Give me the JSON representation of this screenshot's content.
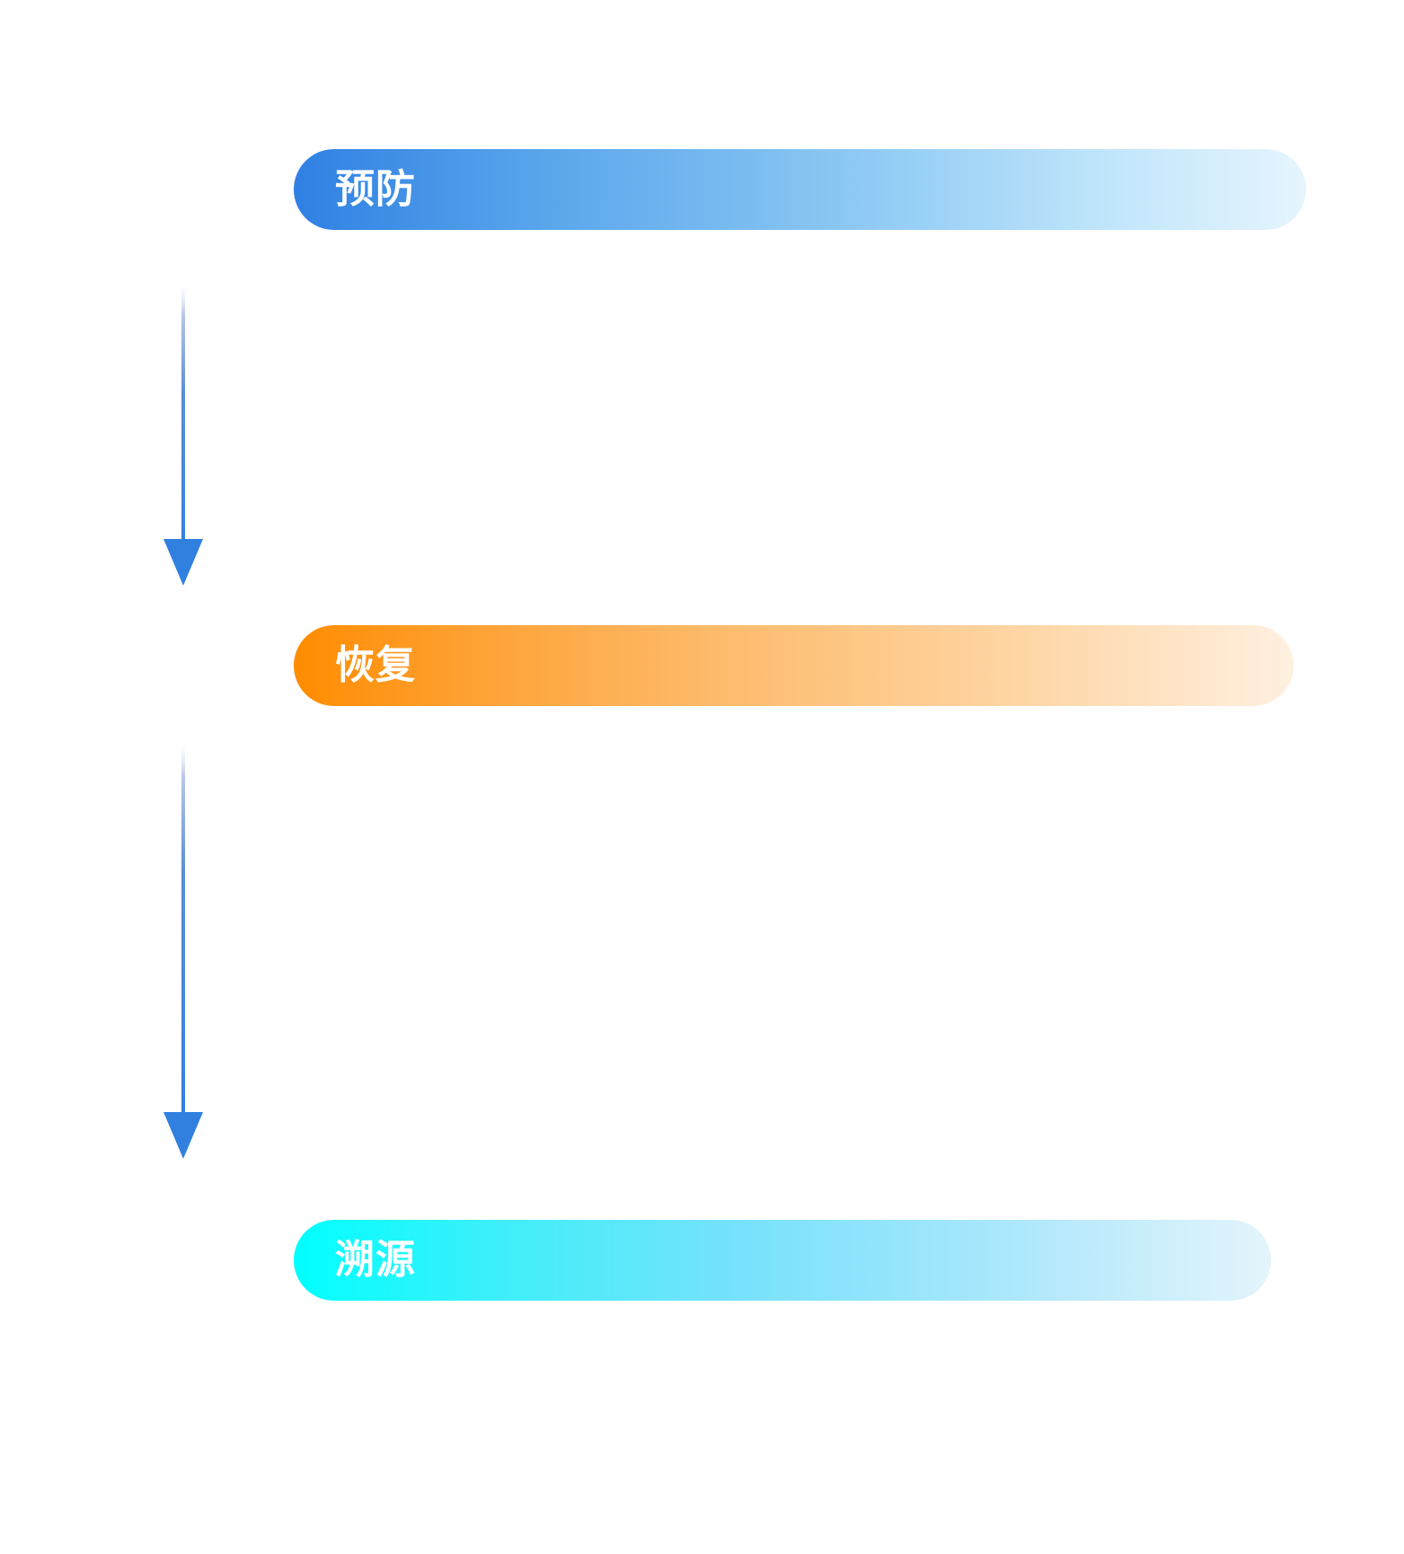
{
  "phases": [
    {
      "id": "prevent",
      "label": "预防"
    },
    {
      "id": "recover",
      "label": "恢复"
    },
    {
      "id": "trace",
      "label": "溯源"
    }
  ],
  "colors": {
    "arrow": "#3180e0",
    "prevent_start": "#2f80e3",
    "prevent_end": "#e6f5fd",
    "recover_start": "#ff8c00",
    "recover_end": "#fff0e0",
    "trace_start": "#00ffff",
    "trace_end": "#e4f4fb"
  },
  "icons": {
    "connector": "down-arrow-icon"
  }
}
